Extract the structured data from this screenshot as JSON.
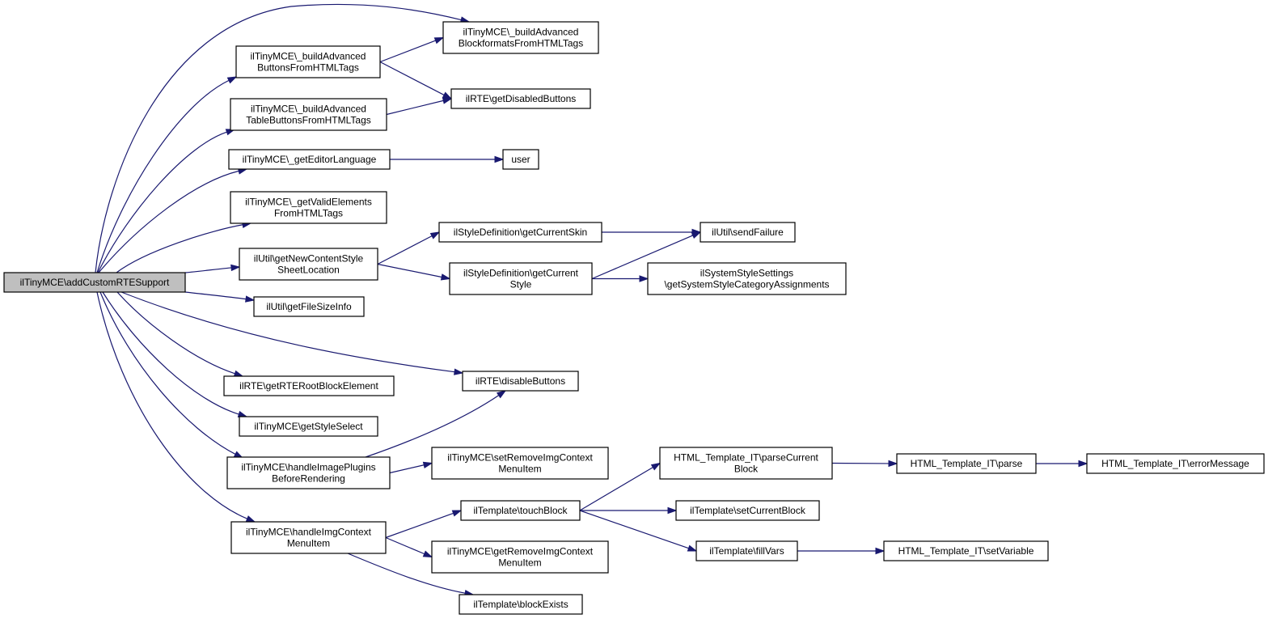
{
  "diagram": {
    "type": "call-graph",
    "colors": {
      "edge": "#191970",
      "root_fill": "#bfbfbf",
      "node_fill": "#ffffff",
      "node_border": "#000000"
    },
    "nodes": [
      {
        "id": "root",
        "lines": [
          "ilTinyMCE\\addCustomRTESupport"
        ],
        "root": true
      },
      {
        "id": "bbfmt",
        "lines": [
          "ilTinyMCE\\_buildAdvanced",
          "BlockformatsFromHTMLTags"
        ]
      },
      {
        "id": "bbtn",
        "lines": [
          "ilTinyMCE\\_buildAdvanced",
          "ButtonsFromHTMLTags"
        ]
      },
      {
        "id": "disbtns",
        "lines": [
          "ilRTE\\getDisabledButtons"
        ]
      },
      {
        "id": "btbl",
        "lines": [
          "ilTinyMCE\\_buildAdvanced",
          "TableButtonsFromHTMLTags"
        ]
      },
      {
        "id": "lang",
        "lines": [
          "ilTinyMCE\\_getEditorLanguage"
        ]
      },
      {
        "id": "user",
        "lines": [
          "user"
        ]
      },
      {
        "id": "valid",
        "lines": [
          "ilTinyMCE\\_getValidElements",
          "FromHTMLTags"
        ]
      },
      {
        "id": "newcss",
        "lines": [
          "ilUtil\\getNewContentStyle",
          "SheetLocation"
        ]
      },
      {
        "id": "skin",
        "lines": [
          "ilStyleDefinition\\getCurrentSkin"
        ]
      },
      {
        "id": "failure",
        "lines": [
          "ilUtil\\sendFailure"
        ]
      },
      {
        "id": "curstyle",
        "lines": [
          "ilStyleDefinition\\getCurrent",
          "Style"
        ]
      },
      {
        "id": "sysstyle",
        "lines": [
          "ilSystemStyleSettings",
          "\\getSystemStyleCategoryAssignments"
        ]
      },
      {
        "id": "filesize",
        "lines": [
          "ilUtil\\getFileSizeInfo"
        ]
      },
      {
        "id": "disable",
        "lines": [
          "ilRTE\\disableButtons"
        ]
      },
      {
        "id": "rootblock",
        "lines": [
          "ilRTE\\getRTERootBlockElement"
        ]
      },
      {
        "id": "stylesel",
        "lines": [
          "ilTinyMCE\\getStyleSelect"
        ]
      },
      {
        "id": "imgplug",
        "lines": [
          "ilTinyMCE\\handleImagePlugins",
          "BeforeRendering"
        ]
      },
      {
        "id": "setrm",
        "lines": [
          "ilTinyMCE\\setRemoveImgContext",
          "MenuItem"
        ]
      },
      {
        "id": "parsecur",
        "lines": [
          "HTML_Template_IT\\parseCurrent",
          "Block"
        ]
      },
      {
        "id": "parse",
        "lines": [
          "HTML_Template_IT\\parse"
        ]
      },
      {
        "id": "errmsg",
        "lines": [
          "HTML_Template_IT\\errorMessage"
        ]
      },
      {
        "id": "touch",
        "lines": [
          "ilTemplate\\touchBlock"
        ]
      },
      {
        "id": "setcur",
        "lines": [
          "ilTemplate\\setCurrentBlock"
        ]
      },
      {
        "id": "imgctx",
        "lines": [
          "ilTinyMCE\\handleImgContext",
          "MenuItem"
        ]
      },
      {
        "id": "getrm",
        "lines": [
          "ilTinyMCE\\getRemoveImgContext",
          "MenuItem"
        ]
      },
      {
        "id": "fillvars",
        "lines": [
          "ilTemplate\\fillVars"
        ]
      },
      {
        "id": "setvar",
        "lines": [
          "HTML_Template_IT\\setVariable"
        ]
      },
      {
        "id": "exists",
        "lines": [
          "ilTemplate\\blockExists"
        ]
      }
    ],
    "edges": [
      [
        "root",
        "bbfmt"
      ],
      [
        "root",
        "bbtn"
      ],
      [
        "root",
        "btbl"
      ],
      [
        "root",
        "lang"
      ],
      [
        "root",
        "valid"
      ],
      [
        "root",
        "newcss"
      ],
      [
        "root",
        "filesize"
      ],
      [
        "root",
        "disable"
      ],
      [
        "root",
        "rootblock"
      ],
      [
        "root",
        "stylesel"
      ],
      [
        "root",
        "imgplug"
      ],
      [
        "root",
        "imgctx"
      ],
      [
        "bbtn",
        "bbfmt"
      ],
      [
        "bbtn",
        "disbtns"
      ],
      [
        "btbl",
        "disbtns"
      ],
      [
        "lang",
        "user"
      ],
      [
        "newcss",
        "skin"
      ],
      [
        "newcss",
        "curstyle"
      ],
      [
        "skin",
        "failure"
      ],
      [
        "curstyle",
        "failure"
      ],
      [
        "curstyle",
        "sysstyle"
      ],
      [
        "imgplug",
        "disable"
      ],
      [
        "imgplug",
        "setrm"
      ],
      [
        "imgctx",
        "touch"
      ],
      [
        "imgctx",
        "getrm"
      ],
      [
        "imgctx",
        "exists"
      ],
      [
        "touch",
        "parsecur"
      ],
      [
        "touch",
        "setcur"
      ],
      [
        "touch",
        "fillvars"
      ],
      [
        "parsecur",
        "parse"
      ],
      [
        "parse",
        "errmsg"
      ],
      [
        "fillvars",
        "setvar"
      ]
    ]
  }
}
